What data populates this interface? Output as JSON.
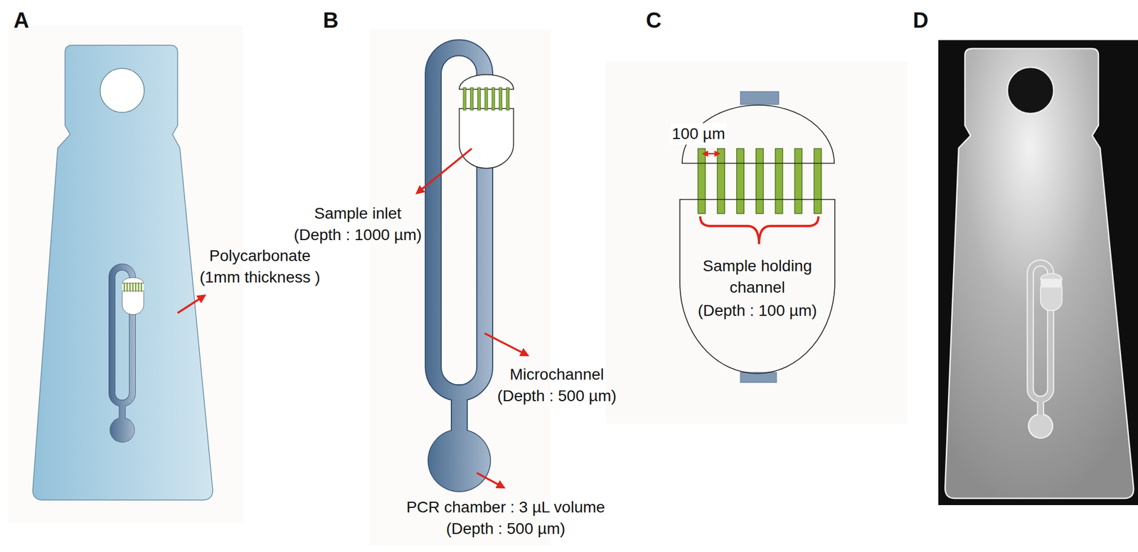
{
  "diagram": {
    "nodes": [
      {
        "text": [
          "Sample holding channel",
          "(Depth : 100 µm)"
        ]
      }
    ],
    "labels": [
      "A",
      "B",
      "C",
      "D",
      "100 µm",
      "Polycarbonate (1mm thickness )",
      "Sample inlet (Depth : 1000 µm)",
      "Microchannel (Depth : 500 µm)",
      "PCR chamber : 3 µL volume (Depth : 500 µm)"
    ]
  }
}
